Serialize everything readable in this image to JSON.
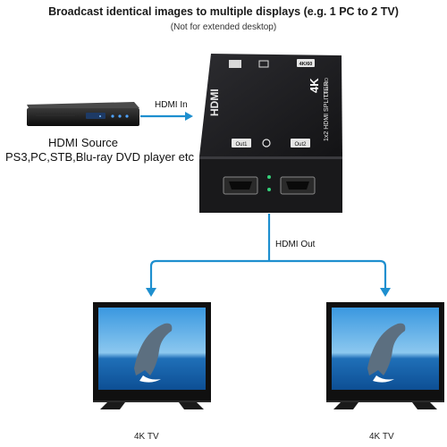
{
  "header": {
    "title": "Broadcast identical images to multiple displays (e.g. 1 PC to 2 TV)",
    "subtitle": "(Not for extended desktop)"
  },
  "source": {
    "title": "HDMI Source",
    "devices": "PS3,PC,STB,Blu-ray DVD player etc"
  },
  "splitter": {
    "brand_text": "HDMI",
    "model_text": "1x2 HDMI SPLITTER",
    "badge_4k": "4K",
    "badge_uhd": "Ultra HD",
    "badge_res": "4K/60",
    "out1_label": "Out1",
    "out2_label": "Out2"
  },
  "connections": {
    "input_label": "HDMI  In",
    "output_label": "HDMI Out"
  },
  "tvs": [
    {
      "label": "4K TV"
    },
    {
      "label": "4K TV"
    }
  ],
  "colors": {
    "arrow": "#1e8fcf",
    "splitter_body": "#1b1b1d",
    "sky": "#2f8fd8"
  }
}
